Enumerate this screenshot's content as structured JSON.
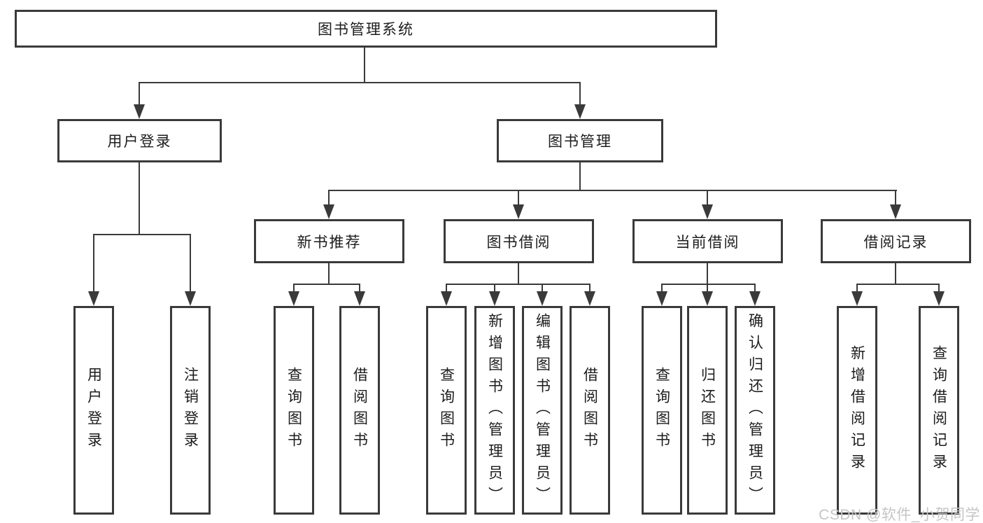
{
  "diagram_title": "图书管理系统",
  "nodes": {
    "root": "图书管理系统",
    "user_login": "用户登录",
    "book_management": "图书管理",
    "new_book_recommend": "新书推荐",
    "book_borrow": "图书借阅",
    "current_borrow": "当前借阅",
    "borrow_records": "借阅记录",
    "leaf_user_login": "用户登录",
    "leaf_logout": "注销登录",
    "leaf_query_books_recommend": "查询图书",
    "leaf_borrow_books_recommend": "借阅图书",
    "leaf_query_books_borrow": "查询图书",
    "leaf_add_book_admin": "新增图书（管理员）",
    "leaf_edit_book_admin": "编辑图书（管理员）",
    "leaf_borrow_books_borrow": "借阅图书",
    "leaf_query_books_current": "查询图书",
    "leaf_return_book": "归还图书",
    "leaf_confirm_return_admin": "确认归还（管理员）",
    "leaf_add_borrow_record": "新增借阅记录",
    "leaf_query_borrow_record": "查询借阅记录"
  },
  "hierarchy": {
    "label": "图书管理系统",
    "children": [
      {
        "label": "用户登录",
        "children": [
          {
            "label": "用户登录"
          },
          {
            "label": "注销登录"
          }
        ]
      },
      {
        "label": "图书管理",
        "children": [
          {
            "label": "新书推荐",
            "children": [
              {
                "label": "查询图书"
              },
              {
                "label": "借阅图书"
              }
            ]
          },
          {
            "label": "图书借阅",
            "children": [
              {
                "label": "查询图书"
              },
              {
                "label": "新增图书（管理员）"
              },
              {
                "label": "编辑图书（管理员）"
              },
              {
                "label": "借阅图书"
              }
            ]
          },
          {
            "label": "当前借阅",
            "children": [
              {
                "label": "查询图书"
              },
              {
                "label": "归还图书"
              },
              {
                "label": "确认归还（管理员）"
              }
            ]
          },
          {
            "label": "借阅记录",
            "children": [
              {
                "label": "新增借阅记录"
              },
              {
                "label": "查询借阅记录"
              }
            ]
          }
        ]
      }
    ]
  },
  "watermark": "CSDN @软件_小贺同学",
  "colors": {
    "line": "#3a3a3a",
    "text": "#1c1c1c",
    "watermark": "#c5c5c5",
    "background": "#ffffff"
  }
}
